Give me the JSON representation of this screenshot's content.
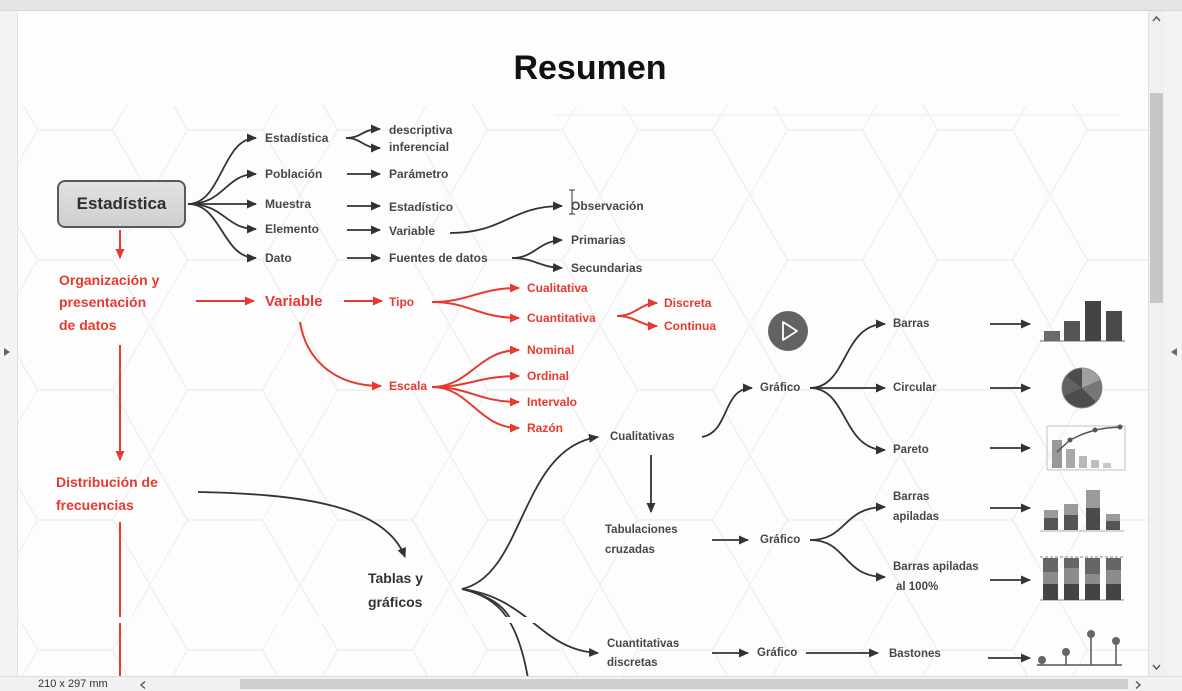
{
  "window": {
    "page_size": "210 x 297 mm"
  },
  "slide": {
    "title": "Resumen"
  },
  "diagram": {
    "root": "Estadística",
    "concepts": {
      "estadistica": "Estadística",
      "estadistica_types": [
        "descriptiva",
        "inferencial"
      ],
      "poblacion": "Población",
      "parametro": "Parámetro",
      "muestra": "Muestra",
      "estadistico": "Estadístico",
      "elemento": "Elemento",
      "variable": "Variable",
      "dato": "Dato",
      "fuentes": "Fuentes de datos",
      "observacion": "Observación",
      "fuentes_types": [
        "Primarias",
        "Secundarias"
      ]
    },
    "organizacion": {
      "heading": [
        "Organización y",
        "presentación",
        "de datos"
      ],
      "variable": "Variable",
      "tipo": "Tipo",
      "tipo_values": [
        "Cualitativa",
        "Cuantitativa"
      ],
      "cuantitativa_values": [
        "Discreta",
        "Continua"
      ],
      "escala": "Escala",
      "escala_values": [
        "Nominal",
        "Ordinal",
        "Intervalo",
        "Razón"
      ]
    },
    "distribucion": {
      "heading": [
        "Distribución de",
        "frecuencias"
      ],
      "tablas": [
        "Tablas y",
        "gráficos"
      ],
      "cualitativas": {
        "label": "Cualitativas",
        "grafico": "Gráfico",
        "charts": [
          "Barras",
          "Circular",
          "Pareto"
        ]
      },
      "tabulaciones": {
        "label": [
          "Tabulaciones",
          "cruzadas"
        ],
        "grafico": "Gráfico",
        "charts": [
          [
            "Barras",
            "apiladas"
          ],
          [
            "Barras apiladas",
            "al 100%"
          ]
        ]
      },
      "cuantitativas": {
        "label": [
          "Cuantitativas",
          "discretas"
        ],
        "grafico": "Gráfico",
        "chart": "Bastones"
      }
    }
  },
  "colors": {
    "accent_red": "#e53a2f",
    "text_dark": "#474747",
    "root_box_fill": "#d7d7d7",
    "play_button": "#555555"
  },
  "icons": [
    "play-icon",
    "scroll-up-icon",
    "scroll-down-icon",
    "scroll-left-icon",
    "scroll-right-icon",
    "panel-left-arrow-icon",
    "panel-right-arrow-icon",
    "bar-chart-icon",
    "pie-chart-icon",
    "pareto-chart-icon",
    "stacked-bar-chart-icon",
    "stacked-100-bar-chart-icon",
    "stem-plot-icon"
  ]
}
